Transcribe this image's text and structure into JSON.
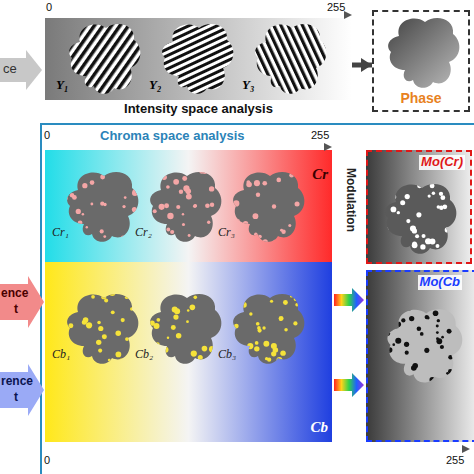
{
  "diagram": {
    "nodes": [
      {
        "text": [
          "Intensity space analysis"
        ]
      },
      {
        "text": [
          "Phase"
        ]
      },
      {
        "text": [
          "Chroma space analysis"
        ]
      },
      {
        "text": [
          "Cr"
        ],
        "in": 2
      },
      {
        "text": [
          "Cb"
        ],
        "in": 2
      },
      {
        "text": [
          "Mo(Cr)"
        ],
        "in": 2
      },
      {
        "text": [
          "Mo(Cb"
        ],
        "in": 2
      }
    ],
    "edges": [
      {
        "from": 0,
        "to": 1,
        "arrow": "to"
      }
    ],
    "labels": [
      "ce",
      "0",
      "255",
      "Y₁",
      "Y₂",
      "Y₃",
      "0",
      "255",
      "Cr₁",
      "Cr₂",
      "Cr₃",
      "Cb₁",
      "Cb₂",
      "Cb₃",
      "ence",
      "t",
      "rence",
      "t",
      "Modulation",
      "0",
      "255"
    ]
  }
}
